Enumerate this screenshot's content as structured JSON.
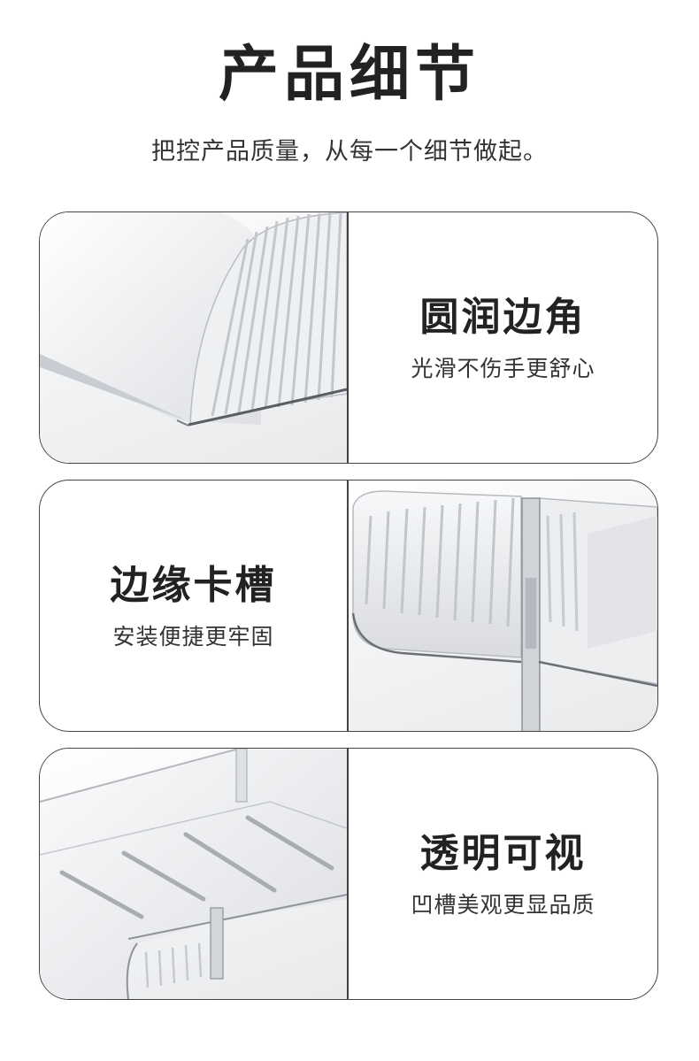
{
  "header": {
    "title": "产品细节",
    "subtitle": "把控产品质量，从每一个细节做起。"
  },
  "features": [
    {
      "title": "圆润边角",
      "description": "光滑不伤手更舒心",
      "image_icon": "rounded-corner-photo-icon"
    },
    {
      "title": "边缘卡槽",
      "description": "安装便捷更牢固",
      "image_icon": "edge-slot-photo-icon"
    },
    {
      "title": "透明可视",
      "description": "凹槽美观更显品质",
      "image_icon": "transparent-tray-photo-icon"
    }
  ],
  "colors": {
    "border": "#444444",
    "title_text": "#222222",
    "body_text": "#333333",
    "background": "#ffffff"
  }
}
